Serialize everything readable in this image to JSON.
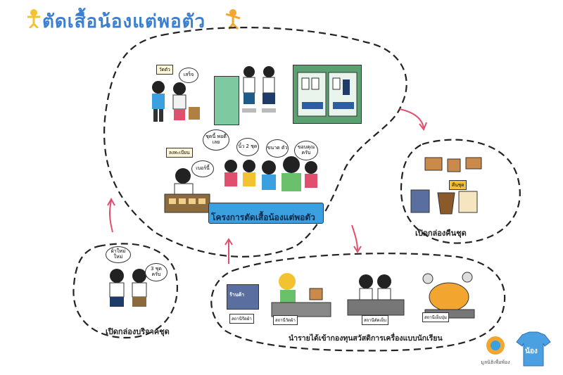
{
  "title": "ตัดเสื้อน้องแต่พอตัว",
  "main_banner": "โครงการตัดเสื้อน้องแต่พอตัว",
  "label_return": "เปิดกล่องคืนชุด",
  "label_donate": "เปิดกล่องบริจาคชุด",
  "label_bottom": "นำรายได้เข้ากองทุนสวัสดิการเครื่องแบบนักเรียน",
  "tags": {
    "measure": "วัดตัว",
    "register": "ลงทะเบียน",
    "return_sign": "คืนชุด",
    "station1": "สถานีวัดผ้า",
    "station2": "สถานีตัดเย็บ",
    "station3": "สถานีเย็บปุ่ม",
    "station4": "สถานีรีดผ้า",
    "shop": "ร้านค้า"
  },
  "bubbles": {
    "b1": "เสร็จ",
    "b2": "เบอร์นี้",
    "b3": "ชุดนี้ พอดีเลย",
    "b4": "นิ้ว 2 ชุด",
    "b5": "ขนาด ตัว",
    "b6": "ขอบคุณ ครับ",
    "b7": "ผ้าใหม่ ใหม่",
    "b8": "3 ชุด ครับ"
  },
  "logo_foundation": "มูลนิธิเพื่อพ้อง",
  "logo_brand": "น้อง"
}
